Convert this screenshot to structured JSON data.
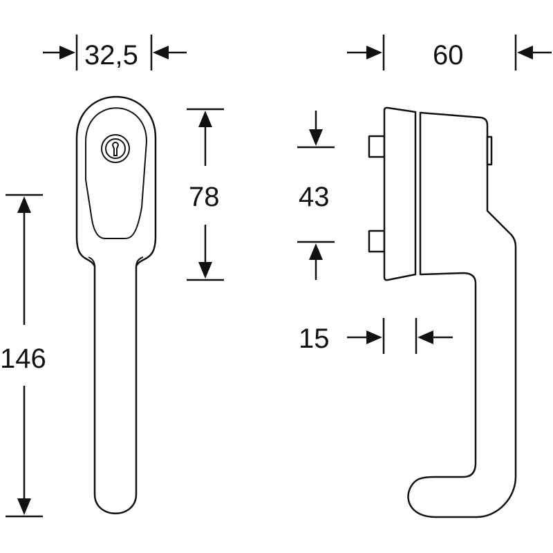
{
  "dimensions": {
    "front_width": "32,5",
    "escutcheon_height": "78",
    "total_height": "146",
    "side_depth": "60",
    "fixing_spacing": "43",
    "base_thickness": "15"
  },
  "colors": {
    "line": "#111111",
    "background": "#ffffff"
  }
}
